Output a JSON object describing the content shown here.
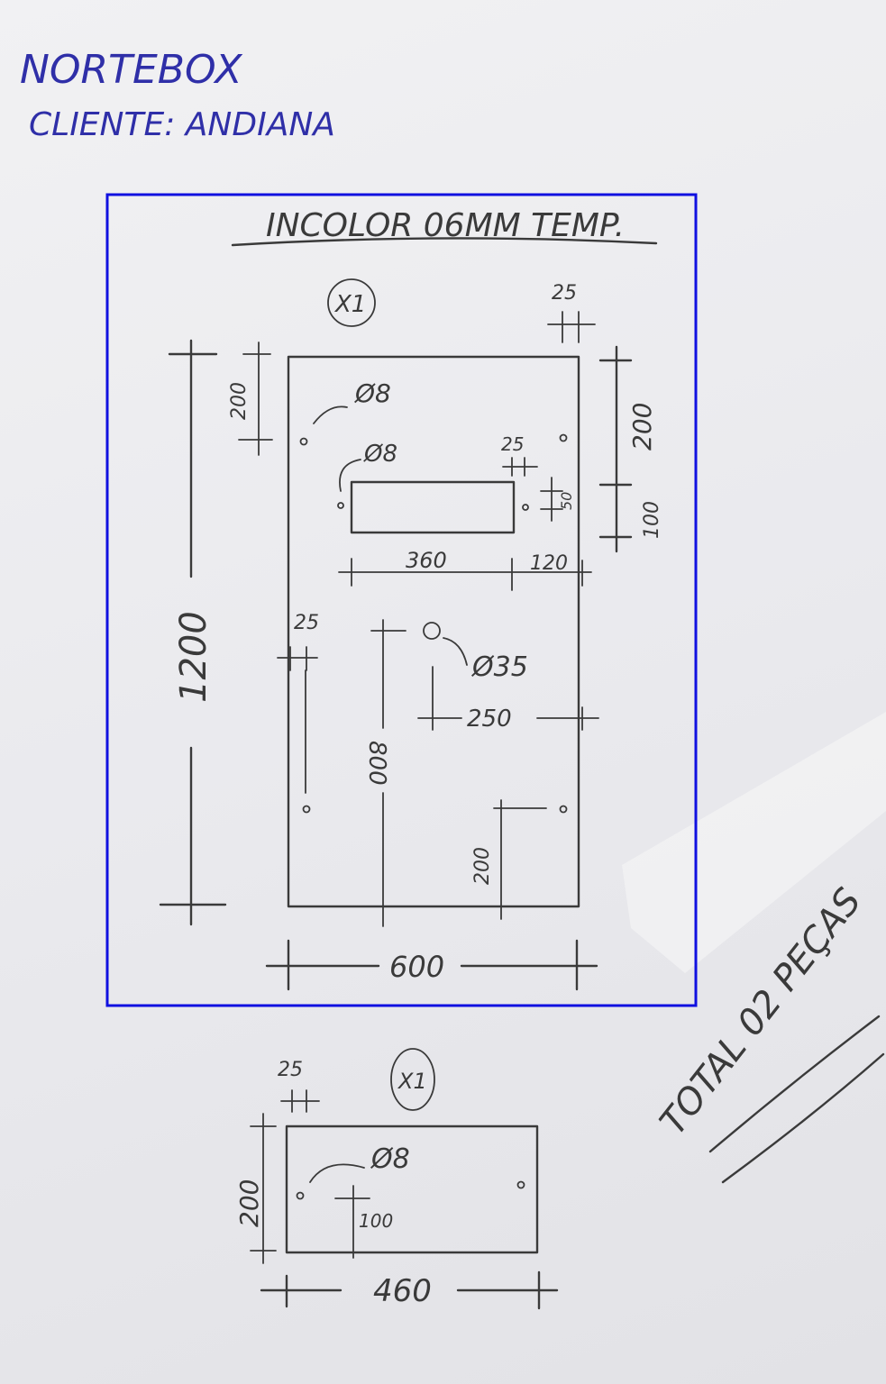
{
  "header": {
    "title": "NORTEBOX",
    "client": "CLIENTE: ANDIANA"
  },
  "panel1": {
    "material": "INCOLOR 06MM TEMP.",
    "qty": "X1",
    "dims": {
      "height": "1200",
      "width": "600",
      "top_offset_left": "200",
      "right_edge_margin": "25",
      "right_200": "200",
      "right_100": "100",
      "hole_d8_a": "Ø8",
      "hole_d8_b": "Ø8",
      "cutout_margin": "25",
      "cutout_height": "50",
      "cutout_width": "360",
      "cutout_right": "120",
      "left_margin": "25",
      "hole_d35": "Ø35",
      "hole_d35_offset": "250",
      "vertical_800": "800",
      "bottom_200": "200"
    }
  },
  "panel2": {
    "qty": "X1",
    "dims": {
      "edge_margin": "25",
      "height": "200",
      "hole_d8": "Ø8",
      "hole_offset": "100",
      "width": "460"
    }
  },
  "total": "TOTAL 02 PEÇAS",
  "colors": {
    "ink": "#3a3a3a",
    "blue_pen": "#2f2fa8",
    "selection_box": "#1010e0"
  }
}
